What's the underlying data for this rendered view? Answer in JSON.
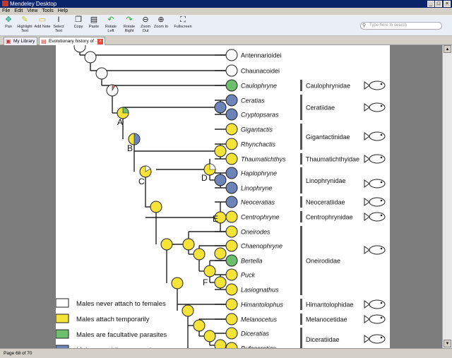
{
  "window": {
    "title": "Mendeley Desktop",
    "controls": [
      "_",
      "□",
      "×"
    ]
  },
  "menu": [
    "File",
    "Edit",
    "View",
    "Tools",
    "Help"
  ],
  "toolbar": {
    "buttons": [
      {
        "label": "Pan",
        "icon": "pan-icon"
      },
      {
        "label": "Highlight Text",
        "icon": "highlight-icon"
      },
      {
        "label": "Add Note",
        "icon": "note-icon"
      },
      {
        "label": "Select Text",
        "icon": "select-text-icon"
      },
      {
        "label": "Copy",
        "icon": "copy-icon"
      },
      {
        "label": "Paste",
        "icon": "paste-icon"
      },
      {
        "label": "Rotate Left",
        "icon": "rotate-left-icon"
      },
      {
        "label": "Rotate Right",
        "icon": "rotate-right-icon"
      },
      {
        "label": "Zoom Out",
        "icon": "zoom-out-icon"
      },
      {
        "label": "Zoom In",
        "icon": "zoom-in-icon"
      },
      {
        "label": "Fullscreen",
        "icon": "fullscreen-icon"
      }
    ],
    "search_placeholder": "Type here to search"
  },
  "tabs": [
    {
      "label": "My Library"
    },
    {
      "label": "Evolutionary history of ···"
    }
  ],
  "status": "Page 68 of 70",
  "figure": {
    "colors": {
      "white": "#ffffff",
      "yellow": "#f5e338",
      "green": "#6cc06c",
      "blue": "#6d84b8",
      "line": "#222222",
      "bar": "#555555"
    },
    "taxa": [
      {
        "name": "Antennarioidei",
        "state": "white"
      },
      {
        "name": "Chaunacoidei",
        "state": "white"
      },
      {
        "name": "Caulophryne",
        "state": "green"
      },
      {
        "name": "Ceratias",
        "state": "blue"
      },
      {
        "name": "Cryptopsaras",
        "state": "blue"
      },
      {
        "name": "Gigantactis",
        "state": "yellow"
      },
      {
        "name": "Rhynchactis",
        "state": "yellow"
      },
      {
        "name": "Thaumatichthys",
        "state": "yellow"
      },
      {
        "name": "Haplophryne",
        "state": "blue"
      },
      {
        "name": "Linophryne",
        "state": "blue"
      },
      {
        "name": "Neoceratias",
        "state": "blue"
      },
      {
        "name": "Centrophryne",
        "state": "yellow"
      },
      {
        "name": "Oneirodes",
        "state": "yellow"
      },
      {
        "name": "Chaenophryne",
        "state": "yellow"
      },
      {
        "name": "Bertella",
        "state": "green"
      },
      {
        "name": "Puck",
        "state": "yellow"
      },
      {
        "name": "Lasiognathus",
        "state": "yellow"
      },
      {
        "name": "Himantolophus",
        "state": "yellow"
      },
      {
        "name": "Melanocetus",
        "state": "yellow"
      },
      {
        "name": "Diceratias",
        "state": "yellow"
      },
      {
        "name": "Bufoceratias",
        "state": "yellow"
      }
    ],
    "families": [
      {
        "name": "Caulophrynidae"
      },
      {
        "name": "Ceratiidae"
      },
      {
        "name": "Gigantactinidae"
      },
      {
        "name": "Thaumatichthyidae"
      },
      {
        "name": "Linophrynidae"
      },
      {
        "name": "Neoceratiidae"
      },
      {
        "name": "Centrophrynidae"
      },
      {
        "name": "Oneirodidae"
      },
      {
        "name": "Himantolophidae"
      },
      {
        "name": "Melanocetidae"
      },
      {
        "name": "Diceratiidae"
      }
    ],
    "node_labels": [
      "A",
      "B",
      "C",
      "D",
      "E",
      "F"
    ],
    "legend": [
      {
        "label": "Males never attach to females",
        "color": "white"
      },
      {
        "label": "Males attach temporarily",
        "color": "yellow"
      },
      {
        "label": "Males are facultative parasites",
        "color": "green"
      },
      {
        "label": "Males are obligate parasites",
        "color": "blue"
      }
    ]
  }
}
